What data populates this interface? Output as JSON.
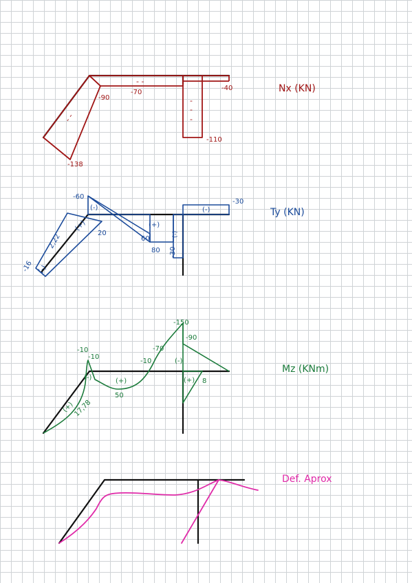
{
  "diagrams": {
    "nx": {
      "title": "Nx (KN)",
      "color": "#a01515",
      "labels": [
        "-90",
        "-70",
        "-40",
        "-110",
        "-138"
      ],
      "signs": [
        "- -",
        "- -",
        "- -",
        "-",
        "-",
        "-"
      ]
    },
    "ty": {
      "title": "Ty (KN)",
      "color": "#1a4a9a",
      "labels": [
        "-60",
        "-30",
        "20",
        "2,22",
        "-16",
        "60",
        "80",
        "-30"
      ],
      "signs": [
        "(-)",
        "(+)",
        "(+)",
        "(-)",
        "(-)",
        "(-)"
      ]
    },
    "mz": {
      "title": "Mz (KNm)",
      "color": "#1a7a3a",
      "labels": [
        "-10",
        "-10",
        "-150",
        "-90",
        "-70",
        "-10",
        "50",
        "17,78",
        "8"
      ],
      "signs": [
        "(-)",
        "(+)",
        "(+)",
        "(-)",
        "(+)"
      ]
    },
    "def": {
      "title": "Def. Aprox",
      "color": "#e02aa8"
    }
  }
}
